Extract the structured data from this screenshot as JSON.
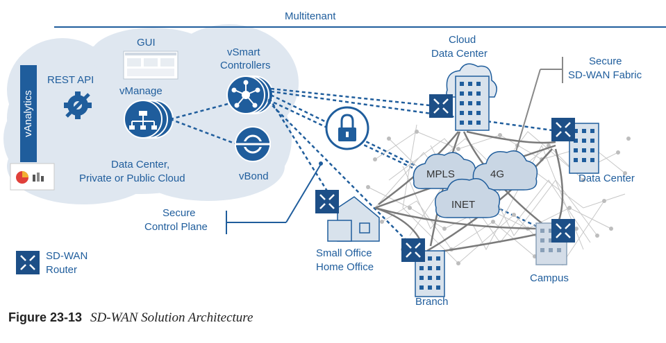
{
  "top_label": "Multitenant",
  "labels": {
    "gui": "GUI",
    "rest_api": "REST API",
    "vmanage": "vManage",
    "vanalytics": "vAnalytics",
    "vsmart": [
      "vSmart",
      "Controllers"
    ],
    "vbond": "vBond",
    "dc_cloud": [
      "Data Center,",
      "Private or Public Cloud"
    ],
    "cloud_dc": [
      "Cloud",
      "Data Center"
    ],
    "secure_fabric": [
      "Secure",
      "SD-WAN Fabric"
    ],
    "data_center": "Data Center",
    "secure_control": [
      "Secure",
      "Control Plane"
    ],
    "soho": [
      "Small Office",
      "Home Office"
    ],
    "branch": "Branch",
    "campus": "Campus",
    "mpls": "MPLS",
    "fourg": "4G",
    "inet": "INET",
    "legend_router": [
      "SD-WAN",
      "Router"
    ]
  },
  "caption": {
    "figure": "Figure 23-13",
    "title": "SD-WAN Solution Architecture"
  },
  "colors": {
    "blue": "#1f5d9c",
    "cloud": "#dce6f0",
    "router": "#1d4f87",
    "gray": "#8a8a8a"
  }
}
